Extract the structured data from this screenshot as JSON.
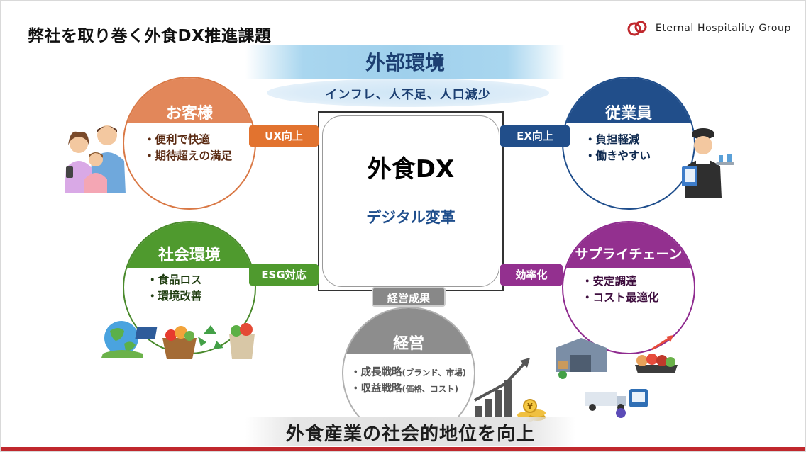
{
  "title": "弊社を取り巻く外食DX推進課題",
  "logo": {
    "text": "Eternal Hospitality Group",
    "color": "#c0282d"
  },
  "external": {
    "title": "外部環境",
    "subtitle": "インフレ、人不足、人口減少"
  },
  "center": {
    "title": "外食DX",
    "subtitle": "デジタル変革"
  },
  "customer": {
    "heading": "お客様",
    "items": [
      "・便利で快適",
      "・期待超えの満足"
    ],
    "tag": "UX向上",
    "color": "#e2875a"
  },
  "employee": {
    "heading": "従業員",
    "items": [
      "・負担軽減",
      "・働きやすい"
    ],
    "tag": "EX向上",
    "color": "#214e8a"
  },
  "society": {
    "heading": "社会環境",
    "items": [
      "・食品ロス",
      "・環境改善"
    ],
    "tag": "ESG対応",
    "color": "#4f9a2e"
  },
  "supply": {
    "heading": "サプライチェーン",
    "items": [
      "・安定調達",
      "・コスト最適化"
    ],
    "tag": "効率化",
    "color": "#93308f"
  },
  "management": {
    "heading": "経営",
    "items": [
      {
        "main": "・成長戦略",
        "note": "(ブランド、市場)"
      },
      {
        "main": "・収益戦略",
        "note": "(価格、コスト)"
      }
    ],
    "tag": "経営成果",
    "color": "#8d8d8d"
  },
  "footer": {
    "text": "外食産業の社会的地位を向上",
    "bar_color": "#c0282d"
  },
  "icons": [
    "family-illustration",
    "staff-illustration",
    "eco-illustration",
    "warehouse-illustration",
    "growth-chart-illustration",
    "coins-icon"
  ]
}
